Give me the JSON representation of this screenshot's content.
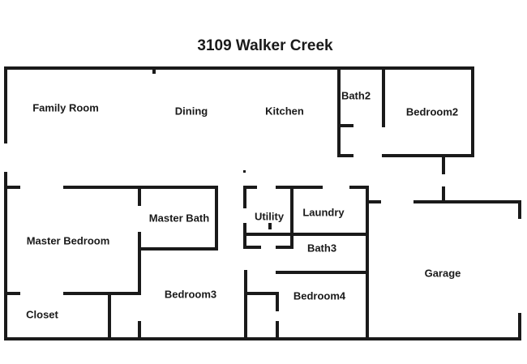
{
  "title": "3109 Walker Creek",
  "rooms": [
    {
      "id": "family-room",
      "label": "Family Room"
    },
    {
      "id": "dining",
      "label": "Dining"
    },
    {
      "id": "kitchen",
      "label": "Kitchen"
    },
    {
      "id": "bath2",
      "label": "Bath2"
    },
    {
      "id": "bedroom2",
      "label": "Bedroom2"
    },
    {
      "id": "master-bath",
      "label": "Master Bath"
    },
    {
      "id": "utility",
      "label": "Utility"
    },
    {
      "id": "laundry",
      "label": "Laundry"
    },
    {
      "id": "master-bedroom",
      "label": "Master Bedroom"
    },
    {
      "id": "bath3",
      "label": "Bath3"
    },
    {
      "id": "garage",
      "label": "Garage"
    },
    {
      "id": "bedroom3",
      "label": "Bedroom3"
    },
    {
      "id": "bedroom4",
      "label": "Bedroom4"
    },
    {
      "id": "closet",
      "label": "Closet"
    }
  ],
  "colors": {
    "wall": "#1a1a1a",
    "text": "#1a1a1a",
    "background": "#ffffff"
  }
}
